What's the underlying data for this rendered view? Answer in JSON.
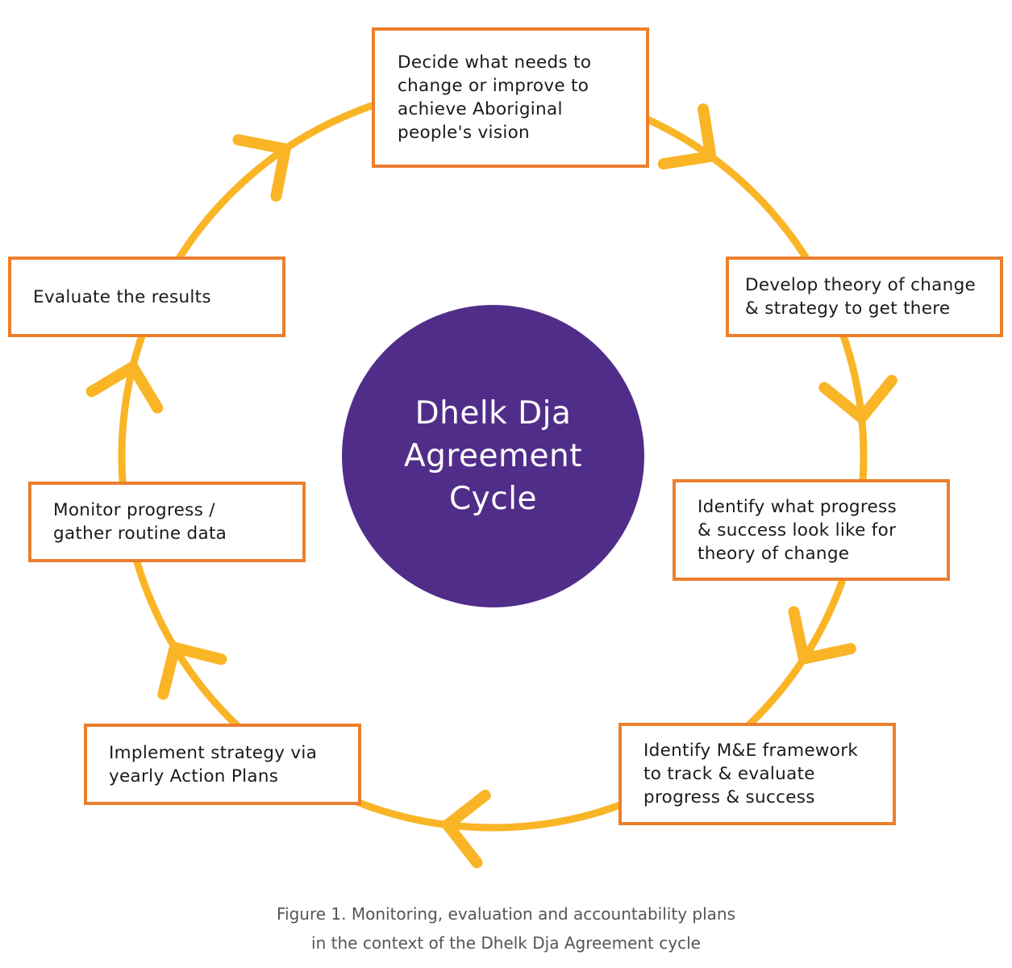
{
  "diagram": {
    "center_title": "Dhelk Dja\nAgreement\nCycle",
    "steps": [
      {
        "id": "decide",
        "label": "Decide what needs to\nchange or improve to\nachieve Aboriginal\npeople's vision"
      },
      {
        "id": "develop",
        "label": "Develop theory of change\n& strategy to get there"
      },
      {
        "id": "identify-progress",
        "label": "Identify what progress\n& success look like for\ntheory of change"
      },
      {
        "id": "identify-me",
        "label": "Identify M&E framework\nto track & evaluate\nprogress & success"
      },
      {
        "id": "implement",
        "label": "Implement strategy via\nyearly Action Plans"
      },
      {
        "id": "monitor",
        "label": "Monitor progress /\ngather routine data"
      },
      {
        "id": "evaluate",
        "label": "Evaluate the results"
      }
    ],
    "caption": "Figure 1. Monitoring, evaluation and accountability plans\nin the context of the Dhelk Dja Agreement cycle",
    "colors": {
      "cycle_line": "#f9b526",
      "box_border": "#ec7f2d",
      "center_fill": "#512d8a",
      "center_text": "#ffffff",
      "caption_text": "#555555"
    }
  }
}
